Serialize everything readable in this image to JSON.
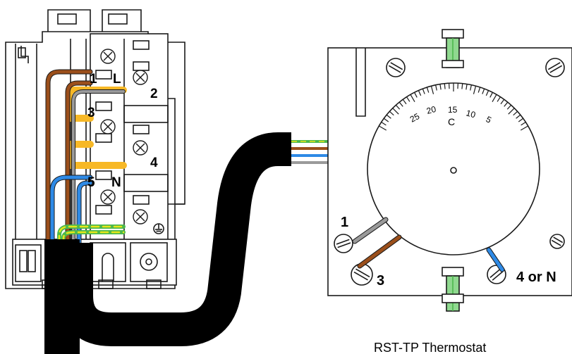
{
  "terminal_block": {
    "labels": {
      "t1": "1",
      "tL": "L",
      "t2": "2",
      "t3": "3",
      "t4": "4",
      "t5": "5",
      "tN": "N"
    }
  },
  "thermostat": {
    "dial_numbers": [
      "25",
      "20",
      "15",
      "10",
      "5"
    ],
    "dial_unit": "C",
    "terminal_labels": {
      "t1": "1",
      "t3": "3",
      "t4": "4 or N"
    },
    "caption": "RST-TP Thermostat"
  },
  "colors": {
    "brown": "#9B4F1B",
    "blue": "#2E8AE6",
    "grey": "#9A9A9A",
    "orange": "#F7B826",
    "yellow": "#E6E61A",
    "green": "#4CB84C",
    "cable": "#000000",
    "outline": "#1a1a1a"
  }
}
